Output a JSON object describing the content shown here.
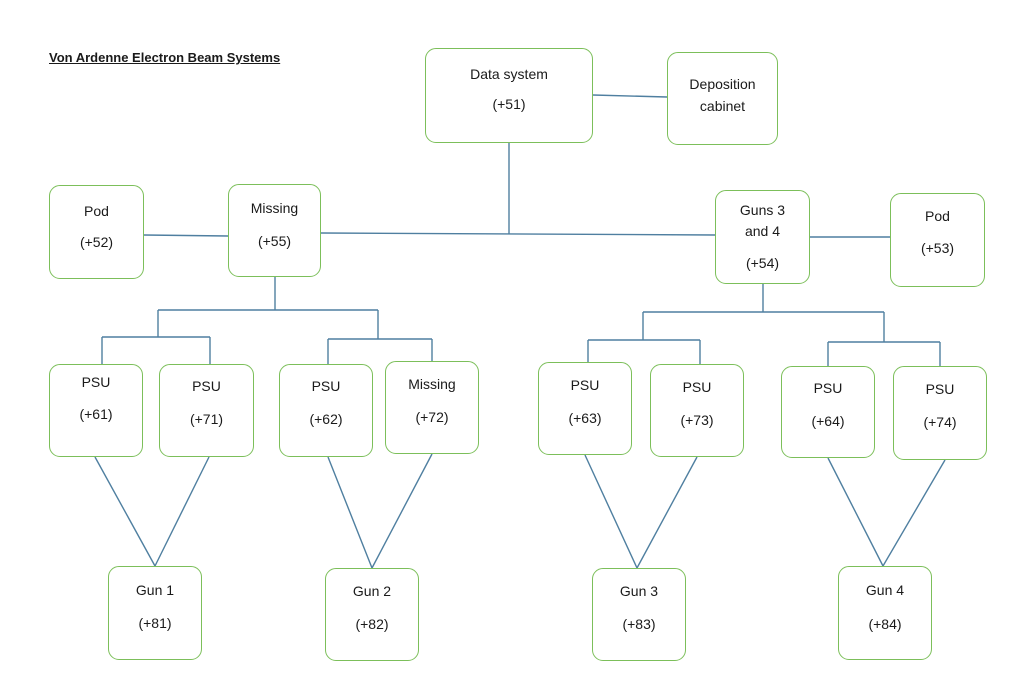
{
  "title": "Von Ardenne Electron Beam Systems",
  "colors": {
    "box_border": "#7cbf5a",
    "connector": "#4f7fa0"
  },
  "nodes": {
    "data_system": {
      "label": "Data system",
      "code": "(+51)"
    },
    "deposition_cabinet": {
      "label": "Deposition cabinet",
      "code": ""
    },
    "pod_52": {
      "label": "Pod",
      "code": "(+52)"
    },
    "missing_55": {
      "label": "Missing",
      "code": "(+55)"
    },
    "guns_3_4": {
      "label": "Guns 3 and 4",
      "code": "(+54)"
    },
    "pod_53": {
      "label": "Pod",
      "code": "(+53)"
    },
    "psu_61": {
      "label": "PSU",
      "code": "(+61)"
    },
    "psu_71": {
      "label": "PSU",
      "code": "(+71)"
    },
    "psu_62": {
      "label": "PSU",
      "code": "(+62)"
    },
    "missing_72": {
      "label": "Missing",
      "code": "(+72)"
    },
    "psu_63": {
      "label": "PSU",
      "code": "(+63)"
    },
    "psu_73": {
      "label": "PSU",
      "code": "(+73)"
    },
    "psu_64": {
      "label": "PSU",
      "code": "(+64)"
    },
    "psu_74": {
      "label": "PSU",
      "code": "(+74)"
    },
    "gun_1": {
      "label": "Gun 1",
      "code": "(+81)"
    },
    "gun_2": {
      "label": "Gun 2",
      "code": "(+82)"
    },
    "gun_3": {
      "label": "Gun 3",
      "code": "(+83)"
    },
    "gun_4": {
      "label": "Gun 4",
      "code": "(+84)"
    }
  }
}
